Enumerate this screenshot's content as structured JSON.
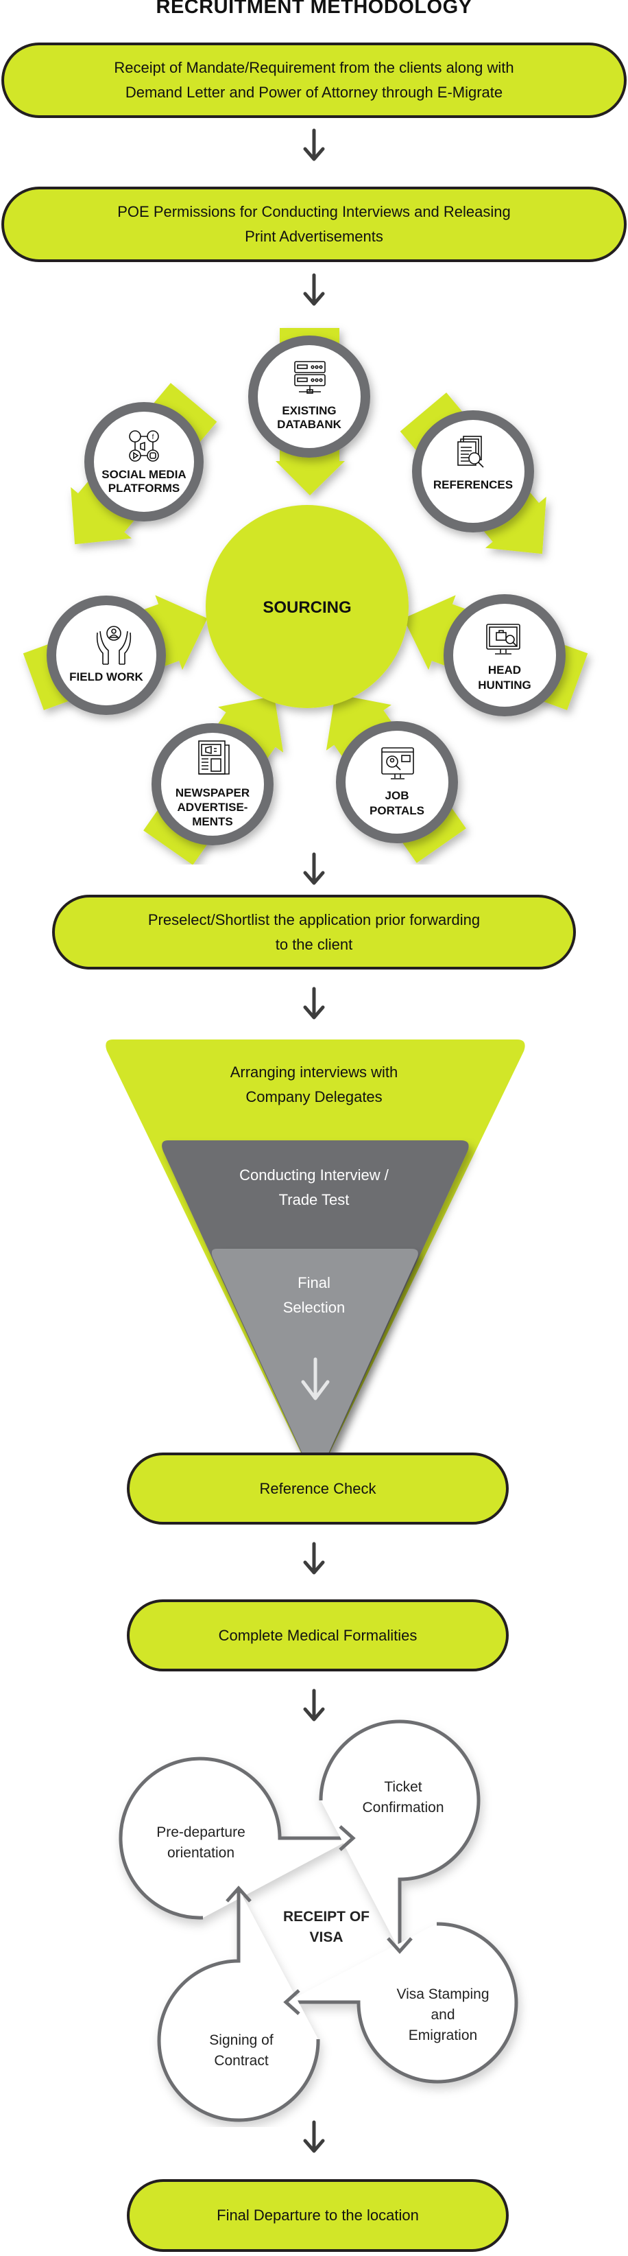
{
  "title": "RECRUITMENT METHODOLOGY",
  "colors": {
    "accent": "#d2e628",
    "outline": "#231f20",
    "ring": "#6d6e71",
    "funnel_dark": "#6d6e71",
    "funnel_light": "#939598",
    "arrow": "#3d3d3d",
    "cycle_stroke": "#6d6e71"
  },
  "steps": {
    "mandate": [
      "Receipt of Mandate/Requirement from the clients along with",
      "Demand Letter and Power of Attorney through E-Migrate"
    ],
    "poe": [
      "POE Permissions for Conducting Interviews and Releasing",
      "Print Advertisements"
    ],
    "preselect": [
      "Preselect/Shortlist the application prior forwarding",
      "to the client"
    ],
    "reference": "Reference Check",
    "medical": "Complete Medical Formalities",
    "departure": "Final Departure to the location"
  },
  "sourcing": {
    "center": "SOURCING",
    "nodes": [
      {
        "id": "existing-databank",
        "icon": "server-database-icon",
        "lines": [
          "EXISTING",
          "DATABANK"
        ]
      },
      {
        "id": "social-media",
        "icon": "social-media-network-icon",
        "lines": [
          "SOCIAL MEDIA",
          "PLATFORMS"
        ]
      },
      {
        "id": "references",
        "icon": "documents-search-icon",
        "lines": [
          "REFERENCES"
        ]
      },
      {
        "id": "field-work",
        "icon": "hands-person-icon",
        "lines": [
          "FIELD WORK"
        ]
      },
      {
        "id": "head-hunting",
        "icon": "monitor-briefcase-search-icon",
        "lines": [
          "HEAD",
          "HUNTING"
        ]
      },
      {
        "id": "newspaper",
        "icon": "newspaper-megaphone-icon",
        "lines": [
          "NEWSPAPER",
          "ADVERTISE-",
          "MENTS"
        ]
      },
      {
        "id": "job-portals",
        "icon": "job-portal-monitor-icon",
        "lines": [
          "JOB",
          "PORTALS"
        ]
      }
    ]
  },
  "funnel": {
    "levels": [
      {
        "lines": [
          "Arranging interviews with",
          "Company Delegates"
        ]
      },
      {
        "lines": [
          "Conducting Interview /",
          "Trade Test"
        ]
      },
      {
        "lines": [
          "Final",
          "Selection"
        ]
      }
    ]
  },
  "visa_cycle": {
    "center": [
      "RECEIPT OF",
      "VISA"
    ],
    "stages": [
      {
        "id": "pre-departure",
        "lines": [
          "Pre-departure",
          "orientation"
        ]
      },
      {
        "id": "ticket",
        "lines": [
          "Ticket",
          "Confirmation"
        ]
      },
      {
        "id": "visa-stamping",
        "lines": [
          "Visa Stamping",
          "and",
          "Emigration"
        ]
      },
      {
        "id": "signing",
        "lines": [
          "Signing of",
          "Contract"
        ]
      }
    ]
  }
}
